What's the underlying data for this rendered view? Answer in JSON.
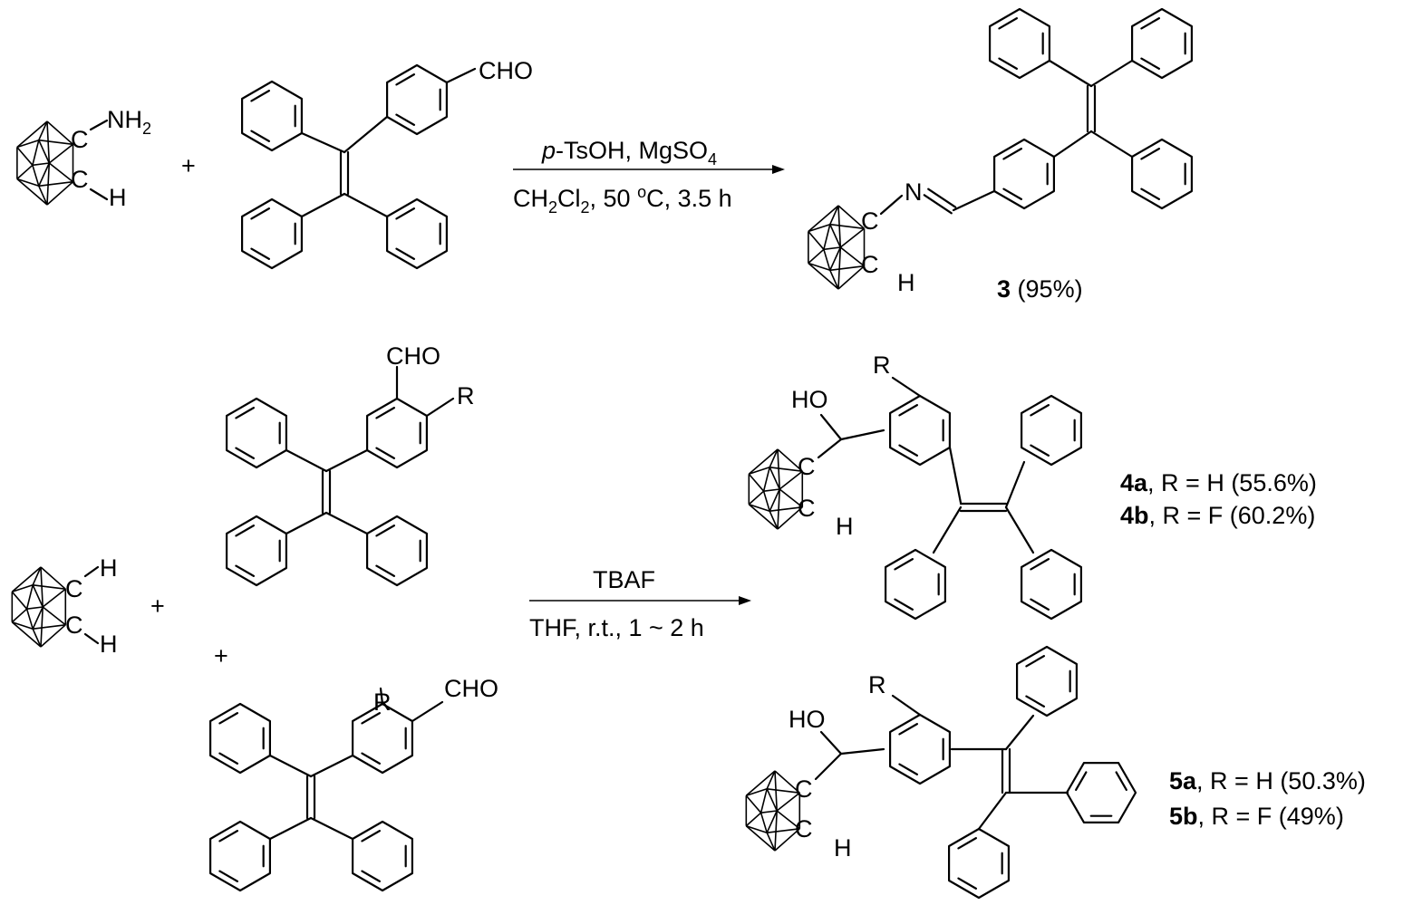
{
  "colors": {
    "ink": "#000000",
    "background": "#ffffff"
  },
  "reaction1": {
    "reactant_a": {
      "group_label": "NH",
      "group_subscript": "2",
      "atom_c1": "C",
      "atom_c2": "C",
      "atom_h": "H"
    },
    "plus": "+",
    "reactant_b": {
      "group_label": "CHO"
    },
    "conditions_top": {
      "prefix": "p",
      "rest": "-TsOH, MgSO",
      "sub": "4"
    },
    "conditions_bottom": {
      "a": "CH",
      "a_sub": "2",
      "b": "Cl",
      "b_sub": "2",
      "c": ", 50 ",
      "deg": "o",
      "d": "C, 3.5 h"
    },
    "product": {
      "atom_n": "N",
      "atom_c1": "C",
      "atom_c2": "C",
      "atom_h": "H",
      "compound_id": "3",
      "yield": "(95%)"
    }
  },
  "reaction2": {
    "reactant_a": {
      "atom_c1": "C",
      "atom_c2": "C",
      "atom_h1": "H",
      "atom_h2": "H"
    },
    "plus_left": "+",
    "plus_mid": "+",
    "aldehyde_top": {
      "group_label": "CHO",
      "r_label": "R"
    },
    "aldehyde_bottom": {
      "group_label": "CHO",
      "r_label": "R"
    },
    "conditions_top": "TBAF",
    "conditions_bottom": "THF, r.t., 1 ~ 2 h",
    "product4": {
      "oh_label": "HO",
      "r_label": "R",
      "atom_c1": "C",
      "atom_c2": "C",
      "atom_h": "H",
      "entries": [
        {
          "id": "4a",
          "text": ", R = H (55.6%)"
        },
        {
          "id": "4b",
          "text": ", R = F (60.2%)"
        }
      ]
    },
    "product5": {
      "oh_label": "HO",
      "r_label": "R",
      "atom_c1": "C",
      "atom_c2": "C",
      "atom_h": "H",
      "entries": [
        {
          "id": "5a",
          "text": ", R = H (50.3%)"
        },
        {
          "id": "5b",
          "text": ", R = F (49%)"
        }
      ]
    }
  }
}
